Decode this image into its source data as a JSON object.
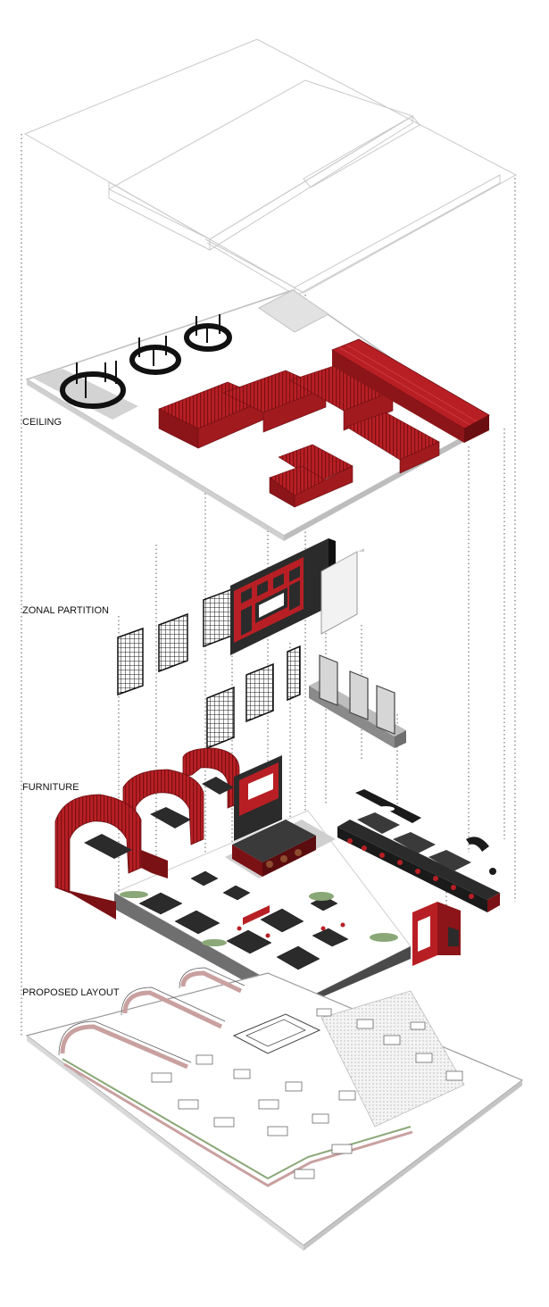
{
  "labels": {
    "ceiling": "CEILING",
    "zonal_partition": "ZONAL PARTITION",
    "furniture": "FURNITURE",
    "proposed_layout": "PROPOSED LAYOUT"
  },
  "colors": {
    "accent_red": "#b81f24",
    "dark_red": "#7a1114",
    "charcoal": "#2b2b2b",
    "grey": "#9e9e9e",
    "light_grey": "#d9d9d9",
    "plant_green": "#8aa877",
    "line": "#666666"
  }
}
